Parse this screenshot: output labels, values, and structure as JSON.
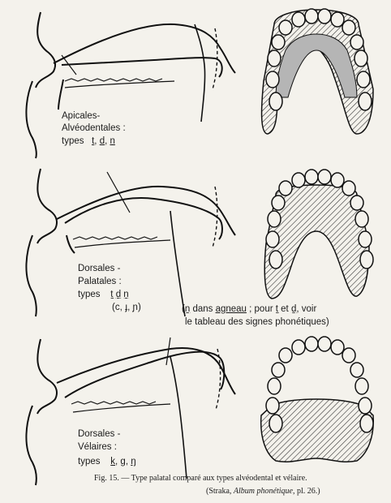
{
  "sections": [
    {
      "id": "apicales",
      "title_line1": "Apicales-",
      "title_line2": "Alvéodentales :",
      "types_word": "types",
      "types_symbols": [
        "t",
        "d",
        "n"
      ]
    },
    {
      "id": "dorsales-palatales",
      "title_line1": "Dorsales -",
      "title_line2": "Palatales :",
      "types_word": "types",
      "types_symbols": [
        "t̠",
        "d̠",
        "n̠"
      ],
      "types_alt": "(c, ɟ, ɲ)",
      "note_line1_prefix": "(",
      "note_symbol": "n̠",
      "note_line1_mid": " dans ",
      "note_word": "agneau",
      "note_line1_mid2": " ; pour ",
      "note_t": "t̠",
      "note_et": " et ",
      "note_d": "d̠",
      "note_line1_end": ", voir",
      "note_line2": "le tableau des signes phonétiques)"
    },
    {
      "id": "dorsales-velaires",
      "title_line1": "Dorsales -",
      "title_line2": "Vélaires :",
      "types_word": "types",
      "types_symbols": [
        "k",
        "g",
        "ŋ"
      ]
    }
  ],
  "caption": {
    "line1": "Fig. 15. — Type palatal comparé aux types alvéodental et vélaire.",
    "line2_prefix": "(Straka, ",
    "line2_italic": "Album phonétique",
    "line2_suffix": ", pl. 26.)"
  }
}
